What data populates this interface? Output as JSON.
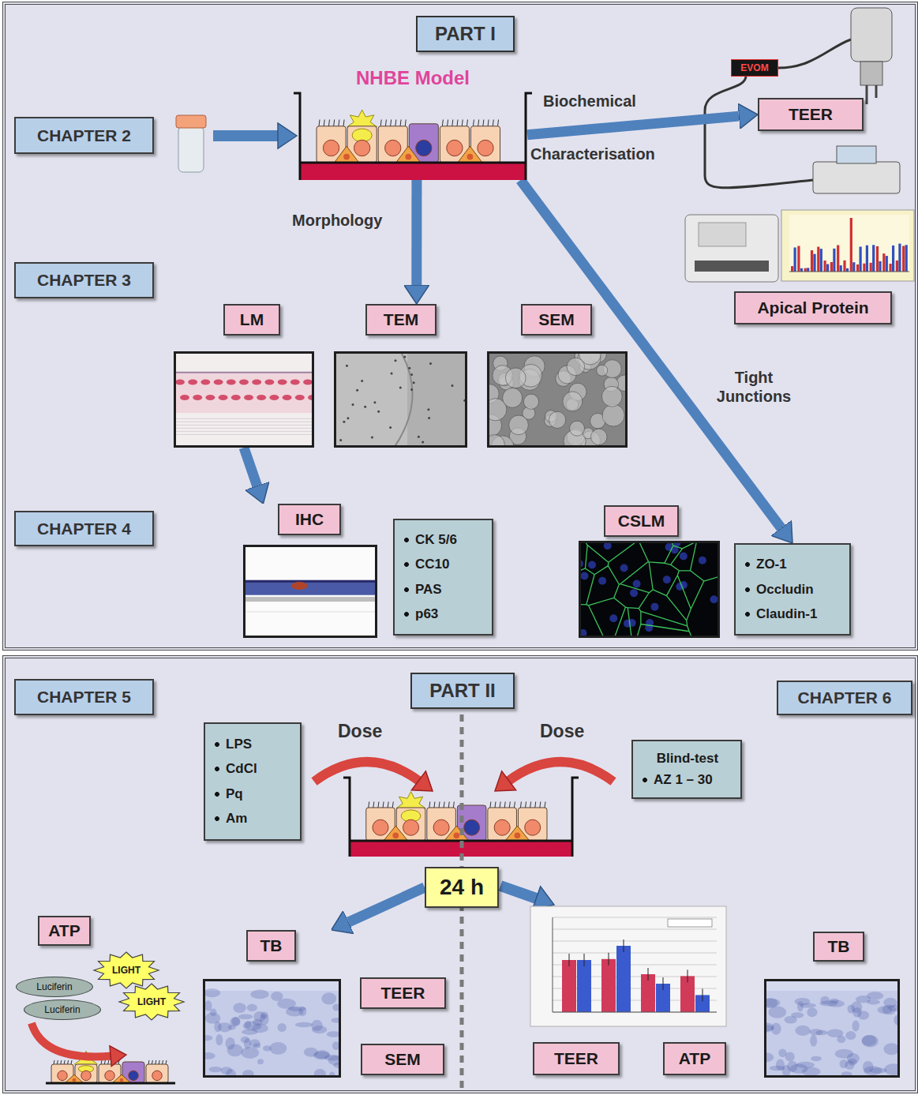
{
  "diagram": {
    "nodes": [
      {
        "text": [
          "PART I"
        ]
      },
      {
        "text": [
          "CHAPTER 2"
        ],
        "in": 0
      },
      {
        "text": [
          "NHBE Model"
        ],
        "in": 0
      },
      {
        "text": [
          "EVOM"
        ],
        "in": 0
      },
      {
        "text": [
          "TEER"
        ],
        "in": 0
      },
      {
        "text": [
          "Apical Protein"
        ],
        "in": 0
      },
      {
        "text": [
          "CHAPTER 3"
        ],
        "in": 0
      },
      {
        "text": [
          "LM"
        ],
        "in": 0
      },
      {
        "text": [
          "TEM"
        ],
        "in": 0
      },
      {
        "text": [
          "SEM"
        ],
        "in": 0
      },
      {
        "text": [
          "CHAPTER 4"
        ],
        "in": 0
      },
      {
        "text": [
          "IHC"
        ],
        "in": 0
      },
      {
        "text": [
          "CK 5/6",
          "CC10",
          "PAS",
          "p63"
        ],
        "in": 0
      },
      {
        "text": [
          "CSLM"
        ],
        "in": 0
      },
      {
        "text": [
          "ZO-1",
          "Occludin",
          "Claudin-1"
        ],
        "in": 0
      },
      {
        "text": [
          "PART II"
        ]
      },
      {
        "text": [
          "CHAPTER 5"
        ],
        "in": 15
      },
      {
        "text": [
          "CHAPTER 6"
        ],
        "in": 15
      },
      {
        "text": [
          "LPS",
          "CdCl",
          "Pq",
          "Am"
        ],
        "in": 15
      },
      {
        "text": [
          "Blind-test",
          "AZ 1 – 30"
        ],
        "in": 15
      },
      {
        "text": [
          "24 h"
        ],
        "in": 15
      },
      {
        "text": [
          "ATP"
        ],
        "in": 15
      },
      {
        "text": [
          "Luciferin"
        ],
        "in": 15
      },
      {
        "text": [
          "Luciferin"
        ],
        "in": 15
      },
      {
        "text": [
          "LIGHT"
        ],
        "in": 15
      },
      {
        "text": [
          "LIGHT"
        ],
        "in": 15
      },
      {
        "text": [
          "TB"
        ],
        "in": 15
      },
      {
        "text": [
          "TEER"
        ],
        "in": 15
      },
      {
        "text": [
          "SEM"
        ],
        "in": 15
      },
      {
        "text": [
          "TEER"
        ],
        "in": 15
      },
      {
        "text": [
          "ATP"
        ],
        "in": 15
      },
      {
        "text": [
          "TB"
        ],
        "in": 15
      }
    ],
    "edges": [
      {
        "from": 2,
        "to": 4,
        "arrow": "to"
      },
      {
        "from": 2,
        "to": 8,
        "arrow": "to"
      },
      {
        "from": 2,
        "to": 14,
        "arrow": "to"
      },
      {
        "from": 7,
        "to": 11,
        "arrow": "to"
      },
      {
        "from": 20,
        "to": 26,
        "arrow": "to"
      }
    ],
    "labels": [
      "Biochemical",
      "Characterisation",
      "Morphology",
      "Tight Junctions",
      "Dose",
      "Dose"
    ]
  }
}
